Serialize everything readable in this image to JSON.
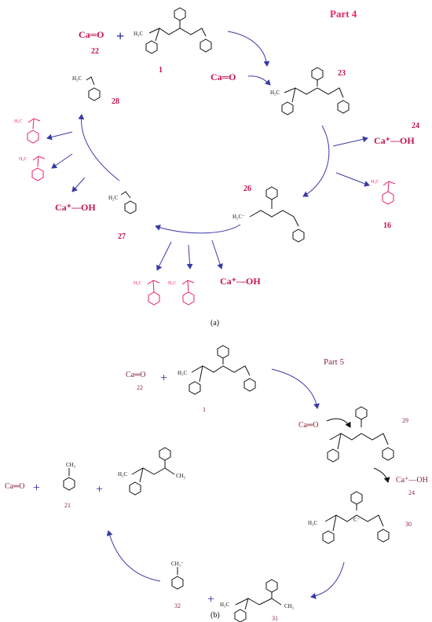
{
  "colors": {
    "ink": "#111111",
    "pink": "#e8215e",
    "crimson": "#c4124e",
    "maroon": "#8a2439",
    "arrow": "#3a3aa8"
  },
  "panel_a": {
    "part_label": "Part 4",
    "caption": "(a)",
    "cao": "Ca═O",
    "plus": "+",
    "ca_oh": "Ca⁺—OH",
    "h3c": "H₃C",
    "h2c": "H₂C",
    "h2c_minus": "H₂C⁻",
    "num_22": "22",
    "num_1": "1",
    "num_23": "23",
    "num_24": "24",
    "num_16": "16",
    "num_26": "26",
    "num_27": "27",
    "num_28": "28"
  },
  "panel_b": {
    "part_label": "Part 5",
    "caption": "(b)",
    "cao": "Ca═O",
    "plus": "+",
    "ca_oh": "Ca⁺—OH",
    "h3c": "H₃C",
    "ch3": "CH₃",
    "ch2": "CH₂",
    "ch2_minus": "CH₂⁻",
    "c_minus": "C⁻",
    "num_22": "22",
    "num_1": "1",
    "num_29": "29",
    "num_24": "24",
    "num_30": "30",
    "num_21": "21",
    "num_32": "32",
    "num_31": "31"
  }
}
